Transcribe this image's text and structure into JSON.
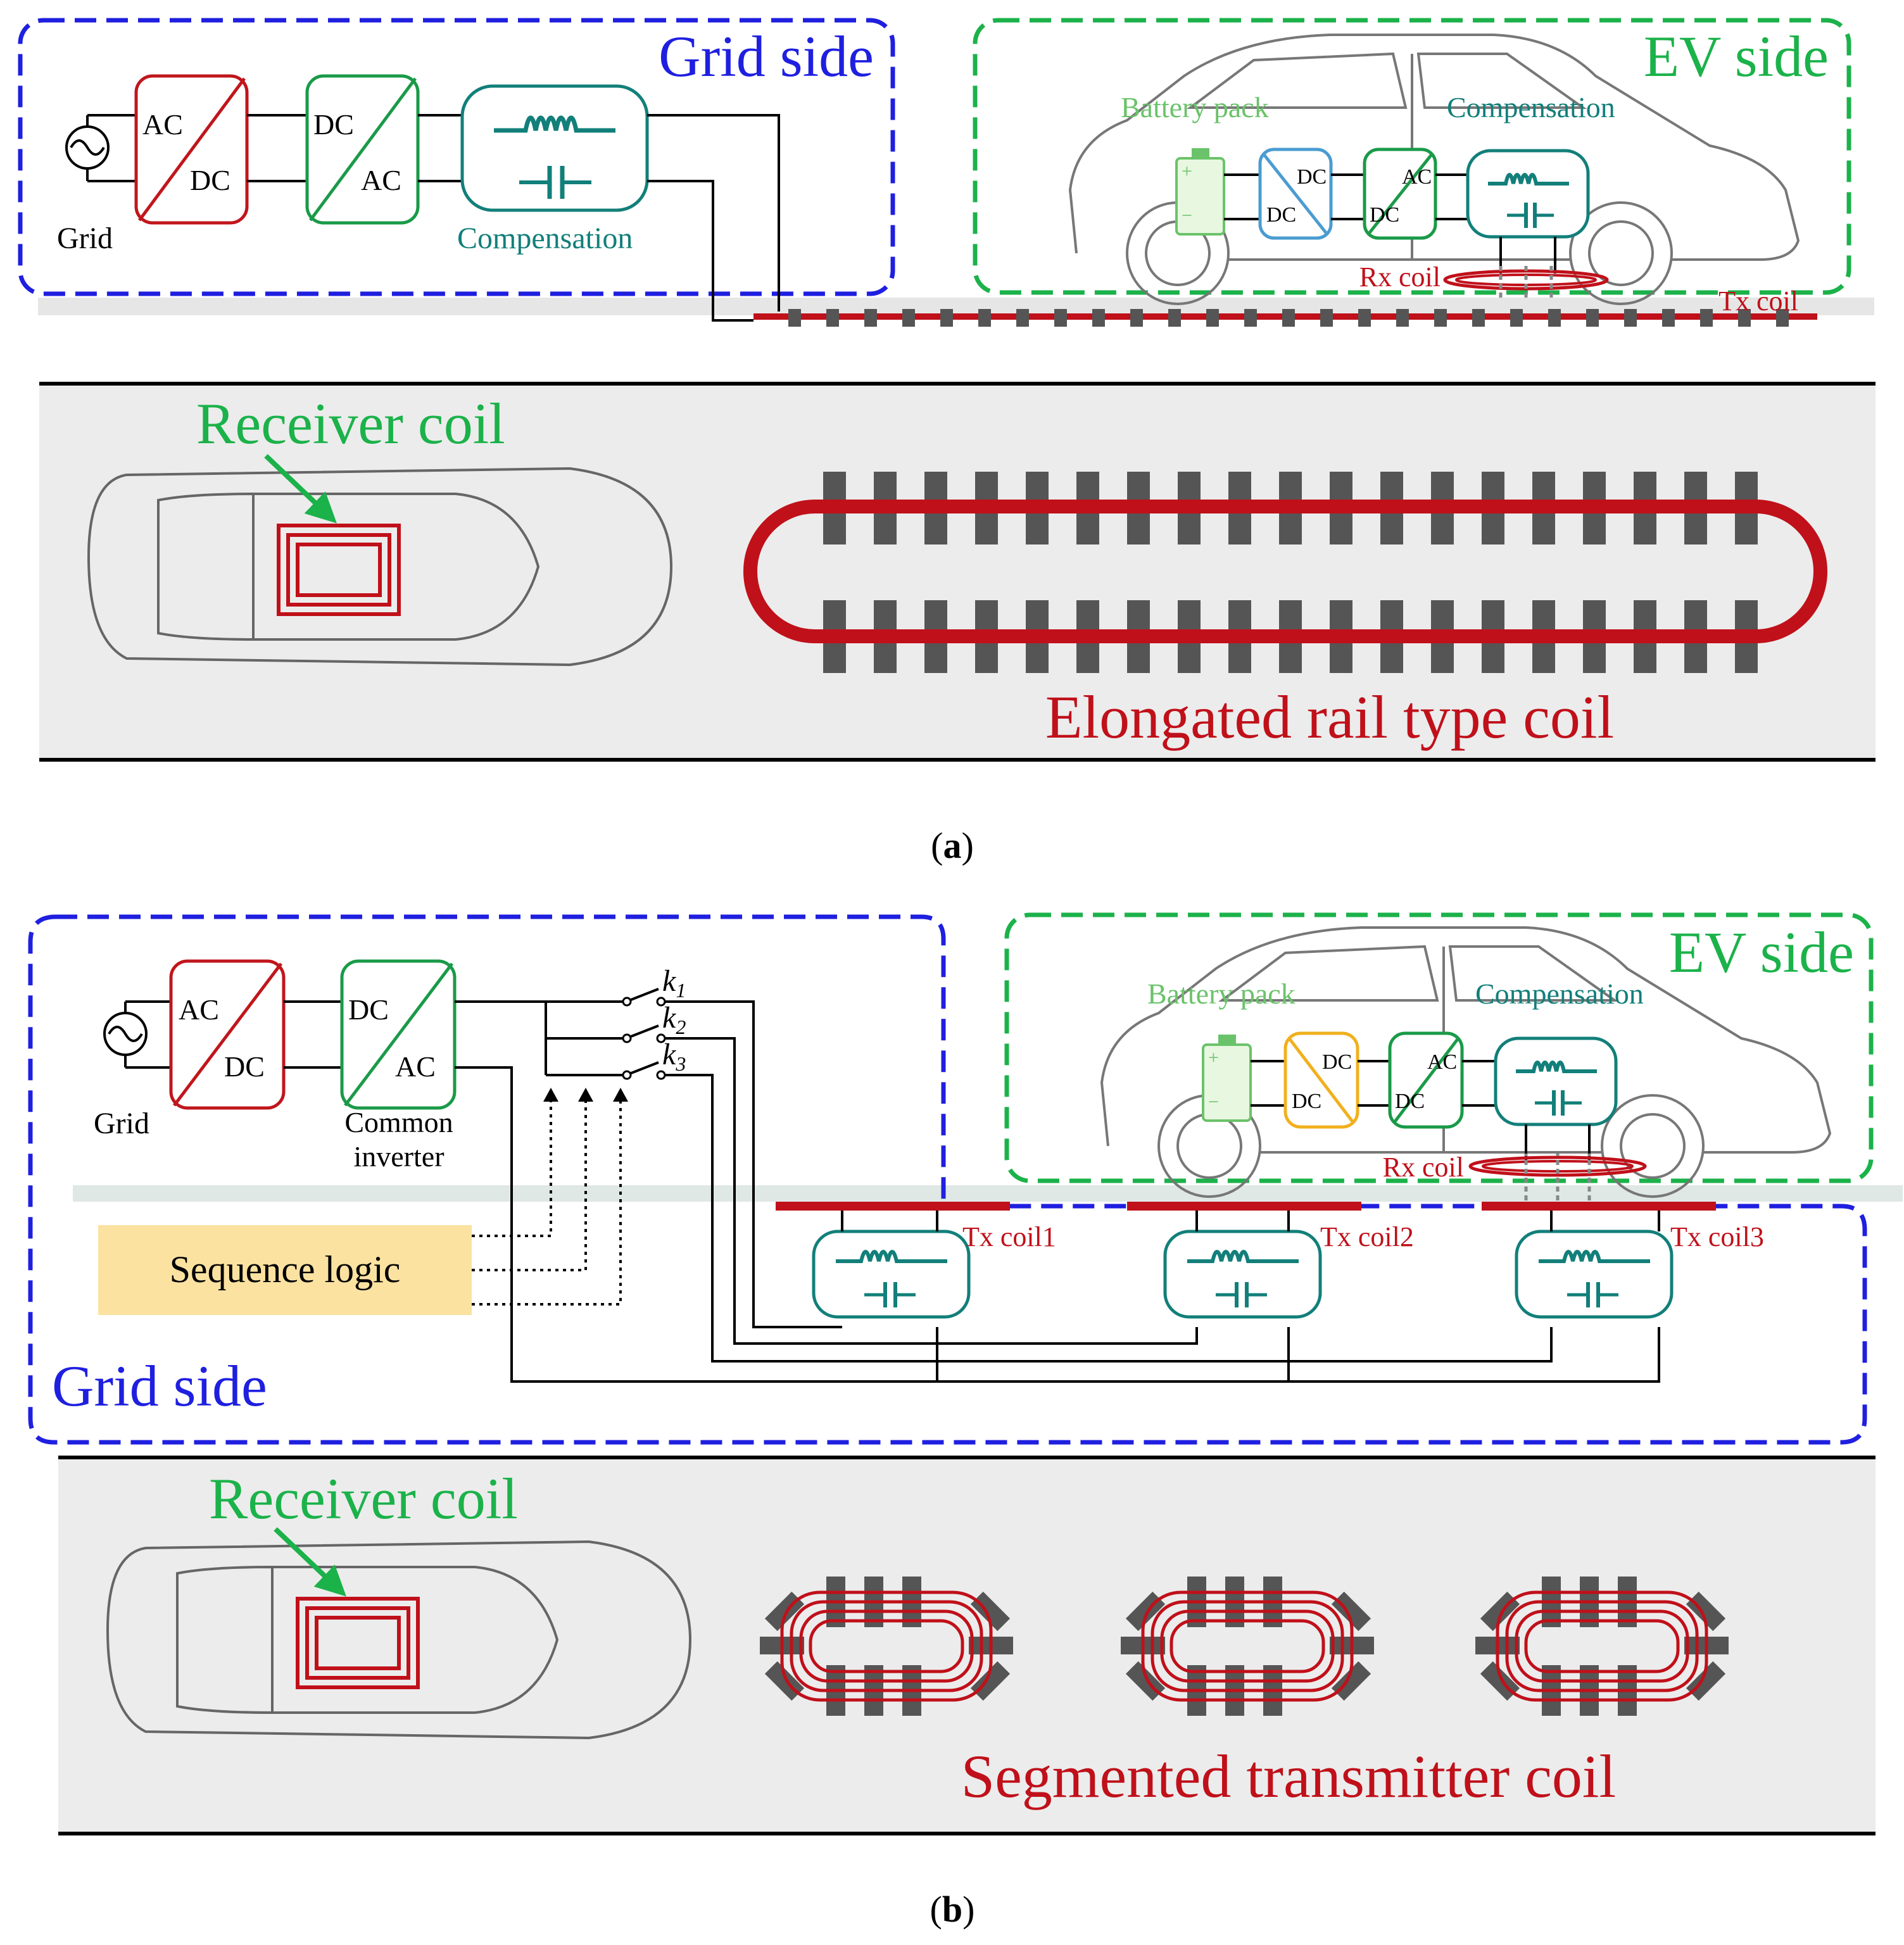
{
  "panel_a": {
    "caption_open": "(",
    "caption_letter": "a",
    "caption_close": ")",
    "grid_side_label": "Grid side",
    "ev_side_label": "EV side",
    "grid_source_label": "Grid",
    "rectifier": {
      "top": "AC",
      "bottom": "DC"
    },
    "inverter": {
      "top": "DC",
      "bottom": "AC"
    },
    "compensation_label": "Compensation",
    "battery_label": "Battery pack",
    "ev_dcdc": {
      "top": "DC",
      "bottom": "DC"
    },
    "ev_rectifier": {
      "top": "AC",
      "bottom": "DC"
    },
    "ev_compensation_label": "Compensation",
    "rx_coil_label": "Rx coil",
    "tx_coil_label": "Tx coil",
    "receiver_coil_label": "Receiver coil",
    "rail_coil_label": "Elongated rail type coil"
  },
  "panel_b": {
    "caption_open": "(",
    "caption_letter": "b",
    "caption_close": ")",
    "grid_side_label": "Grid side",
    "ev_side_label": "EV side",
    "grid_source_label": "Grid",
    "rectifier": {
      "top": "AC",
      "bottom": "DC"
    },
    "inverter": {
      "top": "DC",
      "bottom": "AC"
    },
    "inverter_label_line1": "Common",
    "inverter_label_line2": "inverter",
    "switches": [
      {
        "letter": "k",
        "sub": "1"
      },
      {
        "letter": "k",
        "sub": "2"
      },
      {
        "letter": "k",
        "sub": "3"
      }
    ],
    "sequence_logic_label": "Sequence logic",
    "battery_label": "Battery pack",
    "ev_dcdc": {
      "top": "DC",
      "bottom": "DC"
    },
    "ev_rectifier": {
      "top": "AC",
      "bottom": "DC"
    },
    "ev_compensation_label": "Compensation",
    "rx_coil_label": "Rx coil",
    "tx_coils": [
      "Tx coil1",
      "Tx coil2",
      "Tx coil3"
    ],
    "receiver_coil_label": "Receiver coil",
    "segmented_coil_label": "Segmented transmitter coil"
  },
  "colors": {
    "grid_side": "#1f1fe0",
    "ev_side": "#1bb24a",
    "rectifier": "#c0161c",
    "inverter": "#1a9a48",
    "compensation": "#127f7a",
    "coil": "#c0101a",
    "dcdc_a": "#4a9cd0",
    "dcdc_b": "#f0b01e",
    "sequence_fill": "#fbe2a0"
  }
}
